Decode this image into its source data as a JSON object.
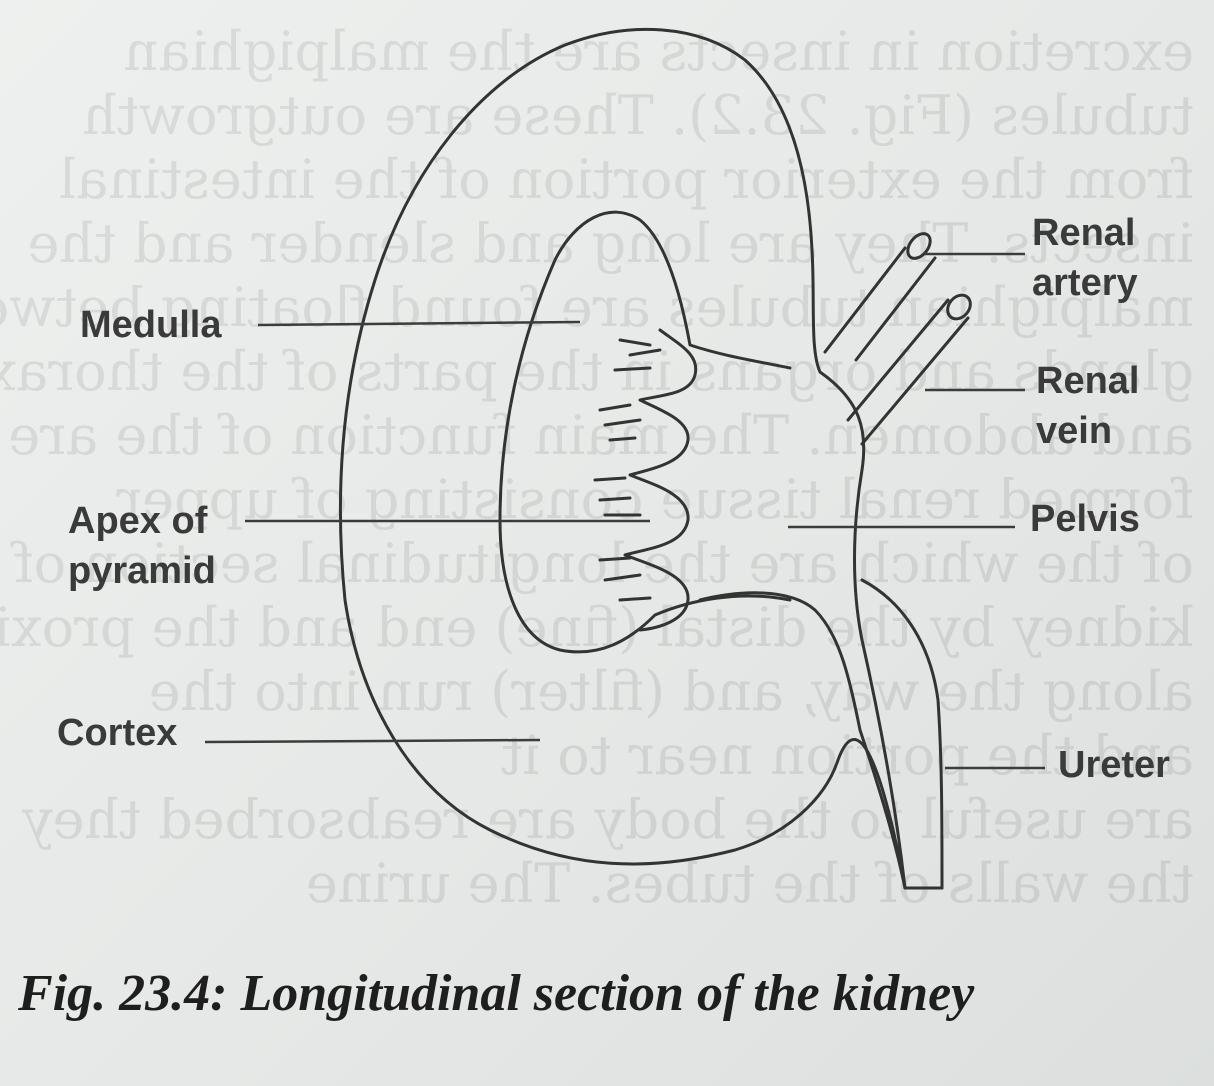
{
  "figure": {
    "caption": "Fig. 23.4: Longitudinal section of the kidney"
  },
  "labels": {
    "medulla": "Medulla",
    "apex_line1": "Apex of",
    "apex_line2": "pyramid",
    "cortex": "Cortex",
    "renal_artery_line1": "Renal",
    "renal_artery_line2": "artery",
    "renal_vein_line1": "Renal",
    "renal_vein_line2": "vein",
    "pelvis": "Pelvis",
    "ureter": "Ureter"
  },
  "bleed_through_lines": [
    "excretion in insects are the malpighian",
    "tubules (Fig. 23.2). These are outgrowth",
    "from the exterior portion of the intestinal",
    "insects. They are long and slender and the",
    "malpighian tubules are found floating between",
    "glands and organs in the parts of the thorax",
    "and abdomen. The main function of the are",
    "formed renal tissue consisting of upper",
    "of the which are the longitudinal section of",
    "kidney by the distal (fine) end and the proximal",
    "along the way, and (filter) run into the",
    "and the portion near to it",
    "are useful to the body are reabsorbed they",
    "the walls of the tubes. The urine"
  ]
}
